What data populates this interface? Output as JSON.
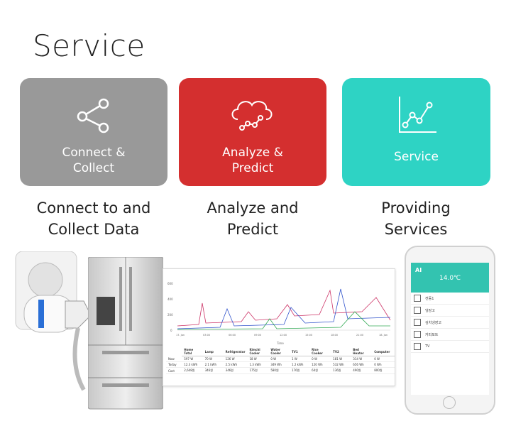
{
  "page": {
    "title": "Service"
  },
  "cards": [
    {
      "label_line1": "Connect &",
      "label_line2": "Collect",
      "color": "#999999",
      "icon": "share-network-icon"
    },
    {
      "label_line1": "Analyze &",
      "label_line2": "Predict",
      "color": "#d42f2f",
      "icon": "cloud-network-icon"
    },
    {
      "label_line1": "Service",
      "label_line2": "",
      "color": "#2ed3c4",
      "icon": "line-chart-icon"
    }
  ],
  "captions": [
    {
      "line1": "Connect to and",
      "line2": "Collect Data"
    },
    {
      "line1": "Analyze and",
      "line2": "Predict"
    },
    {
      "line1": "Providing",
      "line2": "Services"
    }
  ],
  "illustration": {
    "screen_table_headers": [
      "Home Total",
      "Lamp",
      "Refrigerator",
      "Kimchi Cooler",
      "Water Cooler",
      "TV1",
      "Rice Cooker",
      "TV2",
      "Bed Heater",
      "Computer"
    ],
    "screen_table_rows": [
      {
        "label": "Now",
        "values": [
          "597 W",
          "70 W",
          "126 W",
          "18 W",
          "0 W",
          "1 W",
          "0 W",
          "181 W",
          "314 W",
          "0 W"
        ]
      },
      {
        "label": "Today",
        "values": [
          "12.3 kWh",
          "2.1 kWh",
          "2.5 kWh",
          "1.3 kWh",
          "349 Wh",
          "1.2 kWh",
          "120 Wh",
          "532 Wh",
          "656 Wh",
          "0 Wh"
        ]
      },
      {
        "label": "Cost",
        "values": [
          "2,648원",
          "346원",
          "346원",
          "175원",
          "580원",
          "176원",
          "64원",
          "136원",
          "490원",
          "800원"
        ]
      }
    ],
    "screen_x_ticks": [
      "17. Jan",
      "03:00",
      "06:00",
      "09:00",
      "12:00",
      "15:00",
      "18:00",
      "21:00",
      "18. Jan"
    ],
    "screen_y_ticks": [
      "600",
      "400",
      "200",
      "0"
    ],
    "screen_x_label": "Time",
    "phone_app_title": "AI",
    "phone_temperature": "14.0℃",
    "phone_items": [
      "전등1",
      "냉장고",
      "김치냉장고",
      "커피포트",
      "TV"
    ]
  }
}
